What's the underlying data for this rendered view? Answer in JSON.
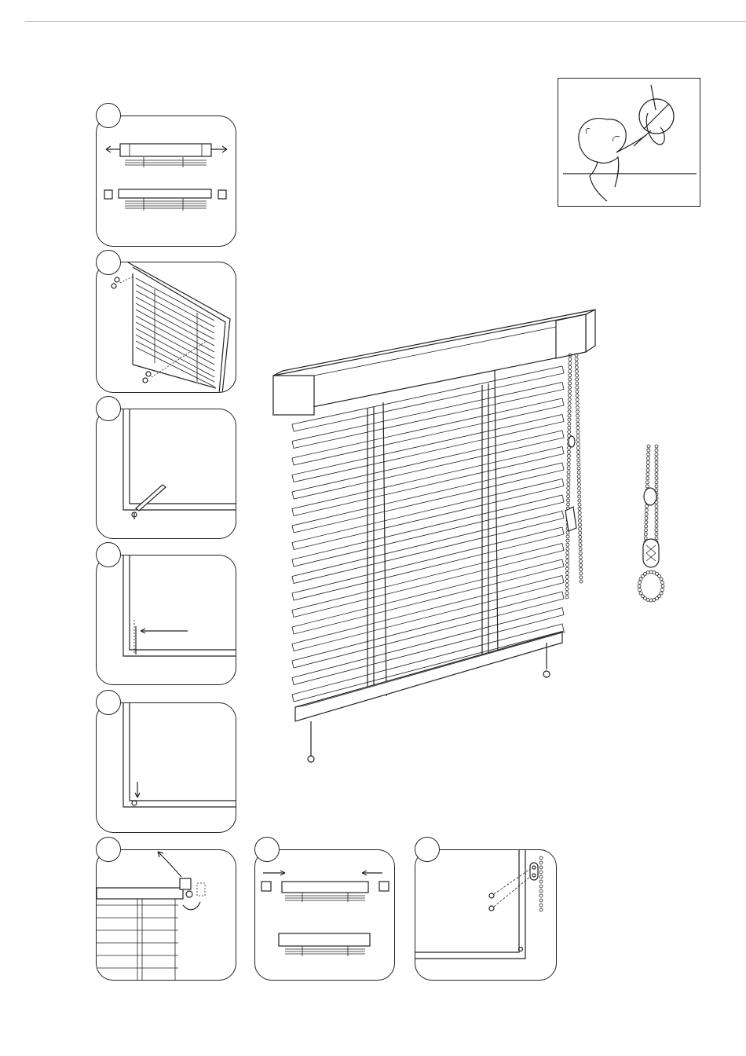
{
  "page": {
    "type": "installation-instructions",
    "subject": "venetian blind",
    "colors": {
      "line": "#222222",
      "rule": "#bdbdbd",
      "background": "#ffffff"
    }
  },
  "warning_panel": {
    "icon": "child-cord-hazard-icon"
  },
  "steps": [
    {
      "id": "step-1",
      "icon": "bracket-extend-icon"
    },
    {
      "id": "step-2",
      "icon": "screw-mount-icon"
    },
    {
      "id": "step-3",
      "icon": "window-corner-tool-icon"
    },
    {
      "id": "step-4",
      "icon": "window-corner-measure-icon"
    },
    {
      "id": "step-5",
      "icon": "window-corner-drop-icon"
    },
    {
      "id": "step-6",
      "icon": "headrail-clip-icon"
    },
    {
      "id": "step-7",
      "icon": "bracket-insert-icon"
    },
    {
      "id": "step-8",
      "icon": "cord-guide-screw-icon"
    }
  ]
}
